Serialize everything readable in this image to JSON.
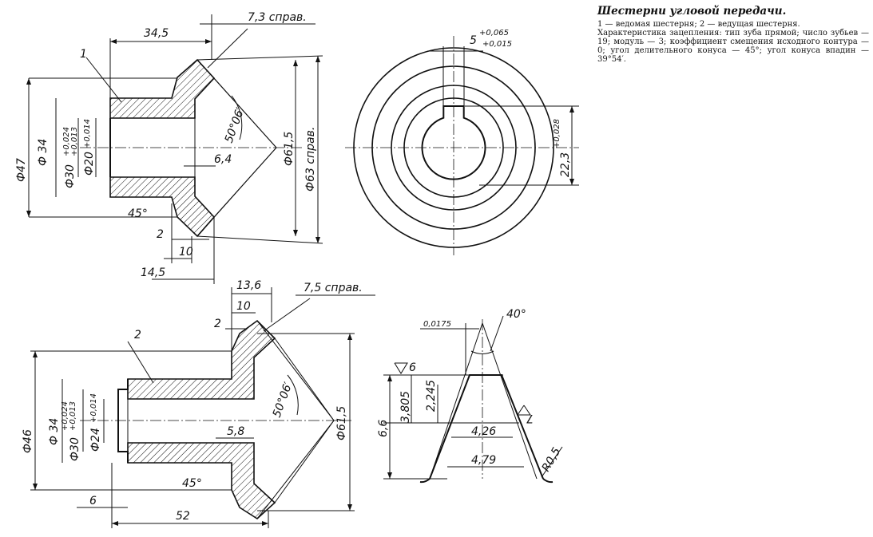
{
  "caption": {
    "title": "Шестерни угловой передачи.",
    "legend": "1 — ведомая шестерня; 2 — ведущая шестерня.",
    "characteristics": "Характеристика зацепления: тип зуба прямой; число зубьев — 19; модуль — 3; коэффициент смещения исходного контура — 0; угол делительного конуса — 45°; угол конуса впадин — 39°54′."
  },
  "gear1": {
    "label": "1",
    "dims": {
      "len_34_5": "34,5",
      "note_7_3": "7,3 справ.",
      "d47": "Ф47",
      "d34": "Ф 34",
      "d30": "Ф30",
      "d30_tol_top": "+0,024",
      "d30_tol_bot": "+0,013",
      "d20": "Ф20",
      "d20_tol": "+0,014",
      "d61_5": "Ф61,5",
      "d63": "Ф63 справ.",
      "angle": "50°06′",
      "w6_4": "6,4",
      "ch45": "45°",
      "w2": "2",
      "w10": "10",
      "w14_5": "14,5"
    }
  },
  "endview": {
    "key_w": "5",
    "key_tol_top": "+0,065",
    "key_tol_bot": "+0,015",
    "key_h": "22,3",
    "key_h_tol": "+0,028"
  },
  "gear2": {
    "label": "2",
    "dims": {
      "w13_6": "13,6",
      "note_7_5": "7,5 справ.",
      "w10": "10",
      "w2": "2",
      "d46": "Ф46",
      "d34": "Ф 34",
      "d30": "Ф30",
      "d30_tol_top": "+0,024",
      "d30_tol_bot": "+0,013",
      "d24": "Ф24",
      "d24_tol": "+0,014",
      "d61_5": "Ф61,5",
      "angle": "50°06′",
      "w5_8": "5,8",
      "ch45": "45°",
      "w6": "6",
      "len52": "52"
    }
  },
  "tooth": {
    "d0175": "0,0175",
    "angle40": "40°",
    "rough6": "6",
    "rough7": "7",
    "h6_6": "6,6",
    "h3_805": "3,805",
    "h2_245": "2,245",
    "w4_26": "4,26",
    "w4_79": "4,79",
    "r0_5": "R0,5"
  }
}
